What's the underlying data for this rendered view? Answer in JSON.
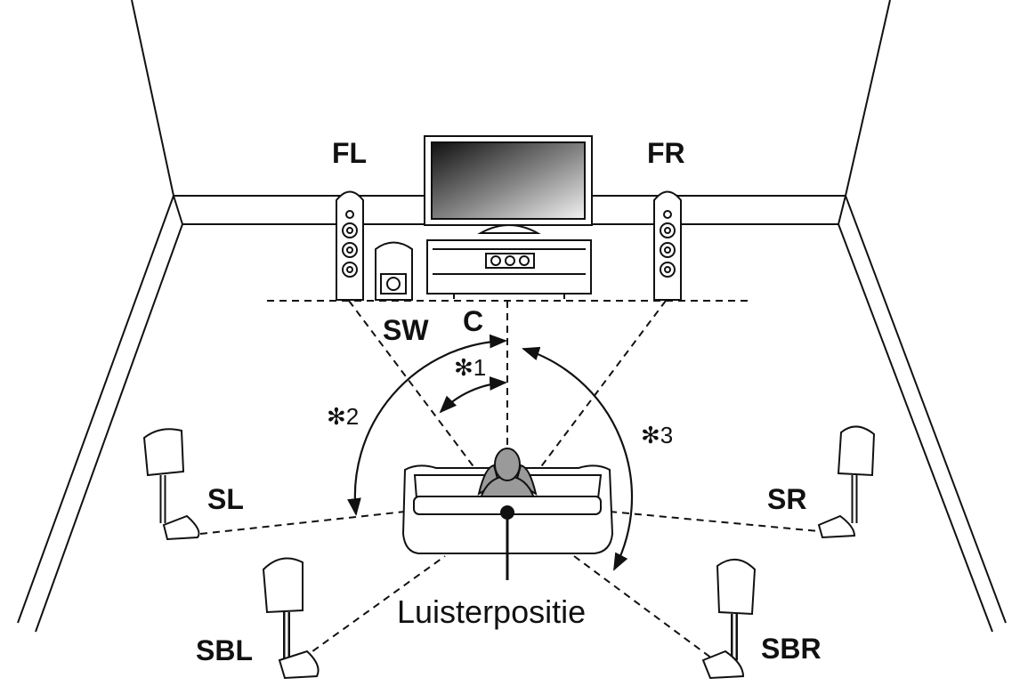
{
  "labels": {
    "fl": "FL",
    "fr": "FR",
    "c": "C",
    "sw": "SW",
    "sl": "SL",
    "sr": "SR",
    "sbl": "SBL",
    "sbr": "SBR",
    "angle1": "✻1",
    "angle2": "✻2",
    "angle3": "✻3",
    "listening_position": "Luisterpositie"
  },
  "colors": {
    "line": "#111111",
    "speaker_fill": "#ffffff",
    "listener": "#9a9a9a"
  }
}
